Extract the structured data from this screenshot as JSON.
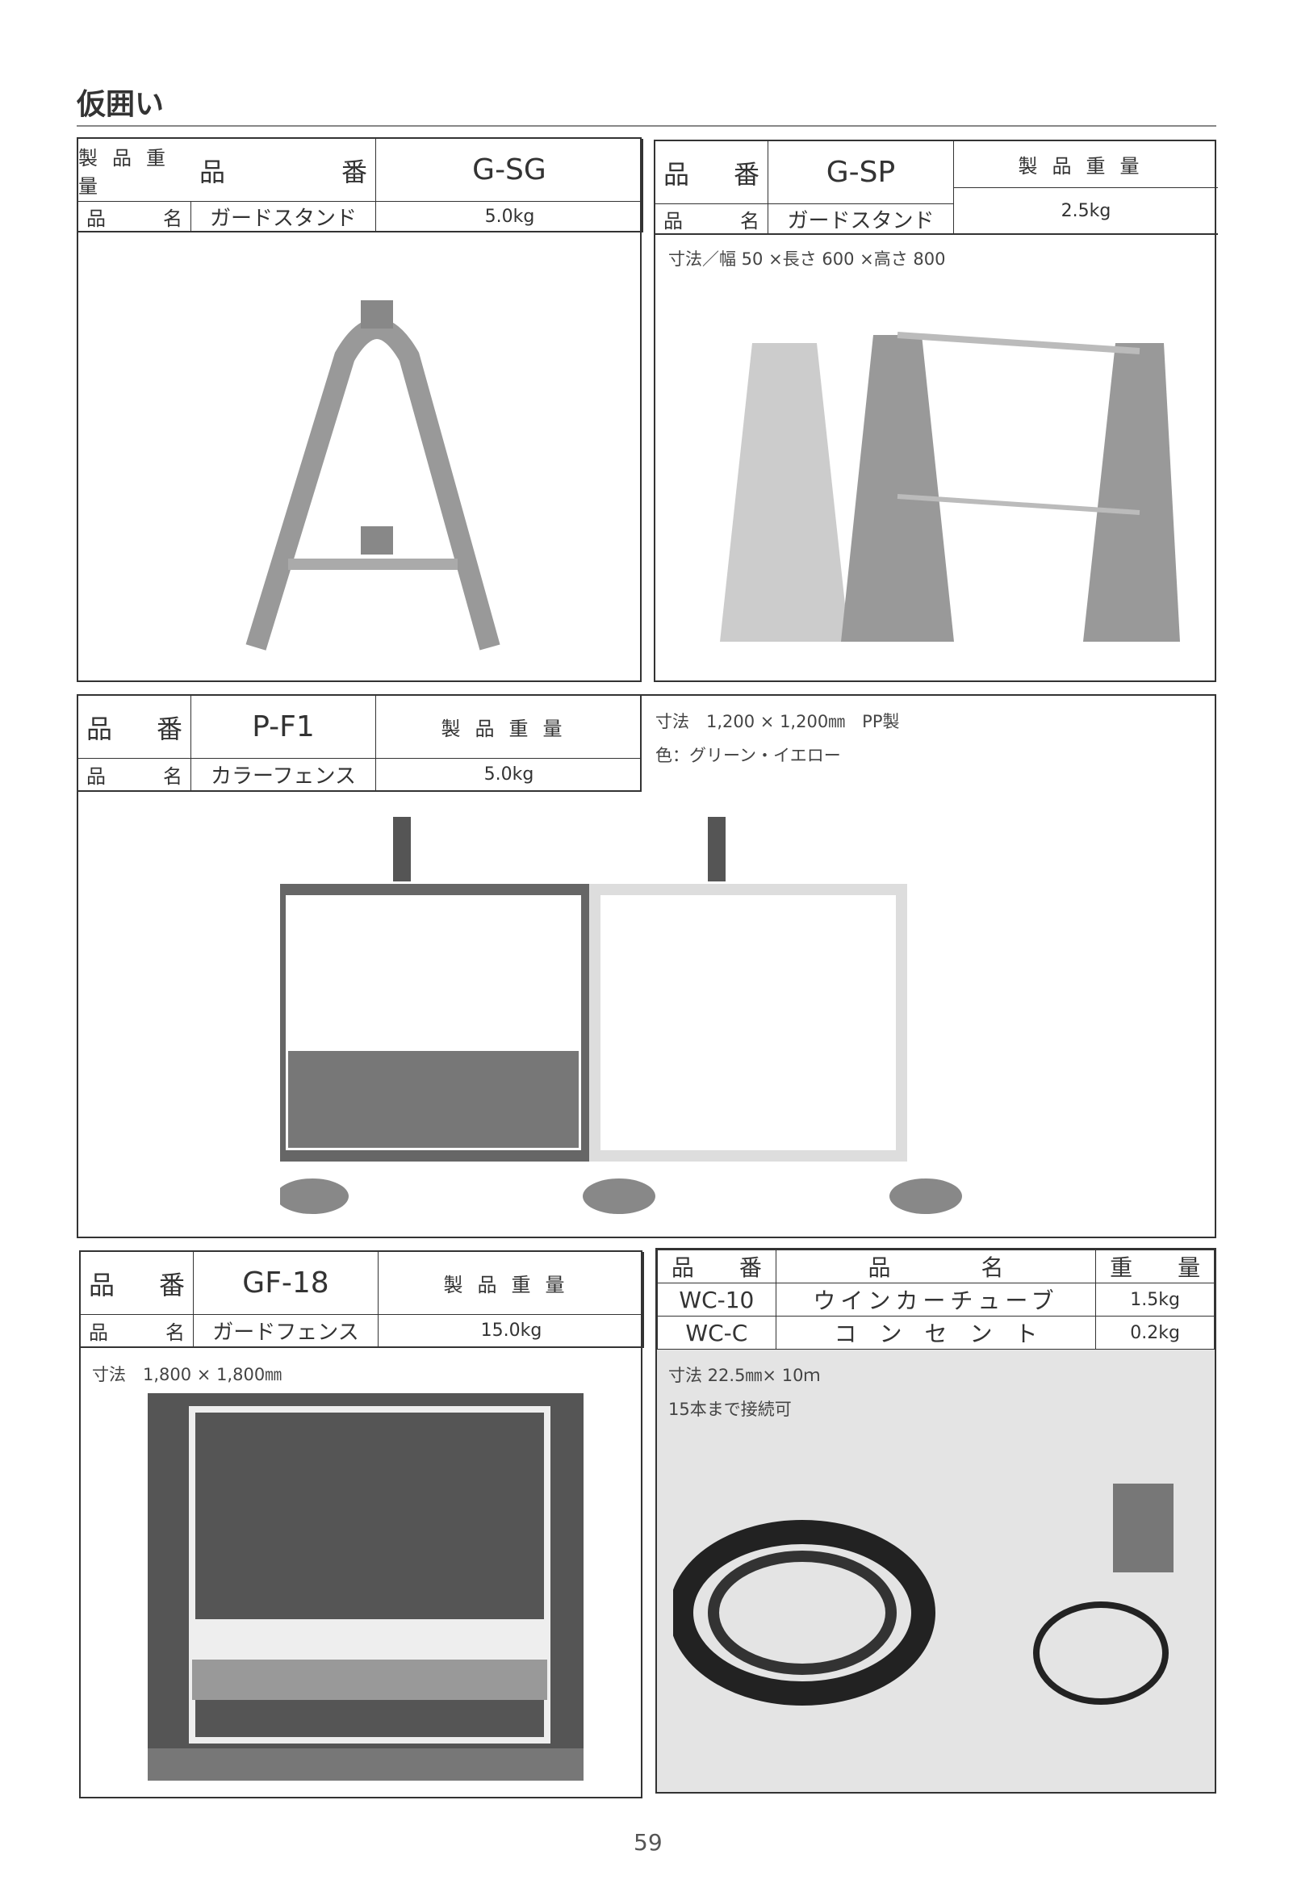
{
  "page": {
    "title": "仮囲い",
    "page_number": "59"
  },
  "labels": {
    "code": [
      "品",
      "番"
    ],
    "name": [
      "品",
      "名"
    ],
    "weight_header": "製品重量"
  },
  "products": [
    {
      "code": "G-SG",
      "name": "ガードスタンド",
      "weight": "5.0kg",
      "notes": []
    },
    {
      "code": "G-SP",
      "name": "ガードスタンド",
      "weight": "2.5kg",
      "notes": [
        "寸法／幅 50 ×長さ 600 ×高さ 800"
      ]
    },
    {
      "code": "P-F1",
      "name": "カラーフェンス",
      "weight": "5.0kg",
      "notes": [
        "寸法　1,200 × 1,200㎜　PP製",
        "色：グリーン・イエロー"
      ]
    },
    {
      "code": "GF-18",
      "name": "ガードフェンス",
      "weight": "15.0kg",
      "notes": [
        "寸法　1,800 × 1,800㎜"
      ]
    }
  ],
  "wc_table": {
    "headers": [
      "品　　番",
      "品　　　　名",
      "重　　量"
    ],
    "rows": [
      [
        "WC-10",
        "ウインカーチューブ",
        "1.5kg"
      ],
      [
        "WC-C",
        "コ　ン　セ　ン　ト",
        "0.2kg"
      ]
    ],
    "notes": [
      "寸法 22.5㎜× 10ｍ",
      "15本まで接続可"
    ]
  }
}
